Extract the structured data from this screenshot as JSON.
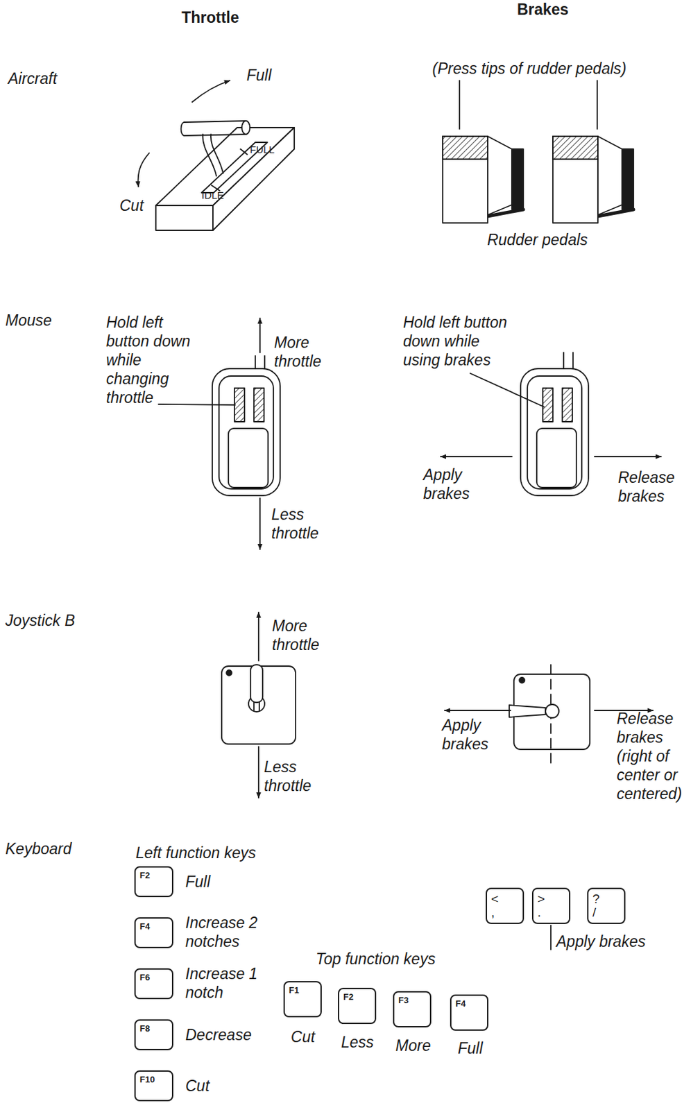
{
  "diagram": {
    "nodes": [
      {
        "text": [
          "F2"
        ]
      },
      {
        "text": [
          "F4"
        ]
      },
      {
        "text": [
          "F6"
        ]
      },
      {
        "text": [
          "F8"
        ]
      },
      {
        "text": [
          "F10"
        ]
      },
      {
        "text": [
          "F1"
        ]
      },
      {
        "text": [
          "F2"
        ]
      },
      {
        "text": [
          "F3"
        ]
      },
      {
        "text": [
          "F4"
        ]
      },
      {
        "text": [
          "<",
          ","
        ]
      },
      {
        "text": [
          ">",
          "."
        ]
      },
      {
        "text": [
          "?",
          "/"
        ]
      }
    ],
    "labels": [
      "Throttle",
      "Brakes",
      "Aircraft",
      "Full",
      "FULL",
      "IDLE",
      "Cut",
      "(Press tips of rudder pedals)",
      "Rudder pedals",
      "Mouse",
      "Hold left button down while changing throttle",
      "More throttle",
      "Less throttle",
      "Hold left button down while using brakes",
      "Apply brakes",
      "Release brakes",
      "Joystick B",
      "More throttle",
      "Less throttle",
      "Apply brakes",
      "Release brakes (right of center or centered)",
      "Keyboard",
      "Left function keys",
      "Full",
      "Increase 2 notches",
      "Increase 1 notch",
      "Decrease",
      "Cut",
      "Top function keys",
      "Cut",
      "Less",
      "More",
      "Full",
      "Apply brakes"
    ]
  }
}
